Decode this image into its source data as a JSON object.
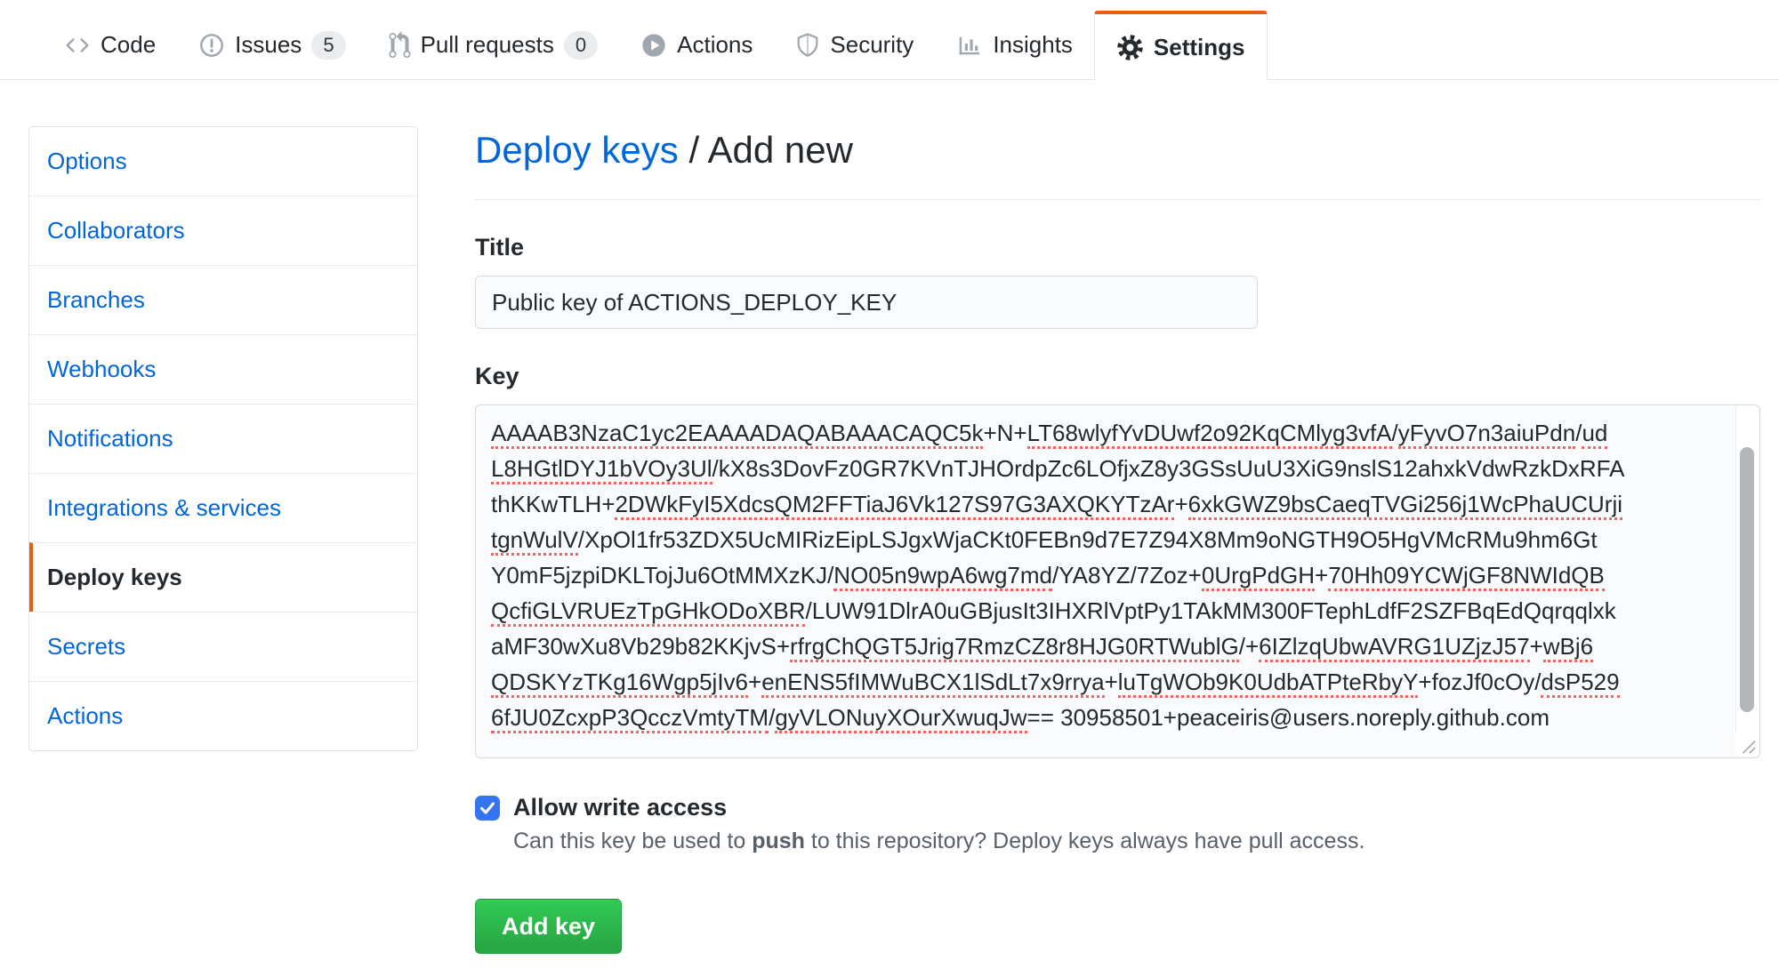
{
  "nav": {
    "tabs": [
      {
        "label": "Code"
      },
      {
        "label": "Issues",
        "badge": "5"
      },
      {
        "label": "Pull requests",
        "badge": "0"
      },
      {
        "label": "Actions"
      },
      {
        "label": "Security"
      },
      {
        "label": "Insights"
      },
      {
        "label": "Settings",
        "active": true
      }
    ]
  },
  "sidebar": {
    "items": [
      {
        "label": "Options"
      },
      {
        "label": "Collaborators"
      },
      {
        "label": "Branches"
      },
      {
        "label": "Webhooks"
      },
      {
        "label": "Notifications"
      },
      {
        "label": "Integrations & services"
      },
      {
        "label": "Deploy keys",
        "active": true
      },
      {
        "label": "Secrets"
      },
      {
        "label": "Actions"
      }
    ]
  },
  "main": {
    "breadcrumb": {
      "parent": "Deploy keys",
      "separator": "/",
      "current": "Add new"
    },
    "title_field": {
      "label": "Title",
      "value": "Public key of ACTIONS_DEPLOY_KEY"
    },
    "key_field": {
      "label": "Key",
      "lines": [
        [
          {
            "t": "AAAAB3NzaC1yc2EAAAADAQABAAACAQC5k",
            "u": 1
          },
          {
            "t": "+N+",
            "u": 0
          },
          {
            "t": "LT68wlyfYvDUwf2o92KqCMlyg3vfA",
            "u": 1
          },
          {
            "t": "/",
            "u": 0
          },
          {
            "t": "yFyvO7n3aiuPdn",
            "u": 1
          },
          {
            "t": "/",
            "u": 0
          },
          {
            "t": "ud",
            "u": 1
          }
        ],
        [
          {
            "t": "L8HGtlDYJ1bVOy3Ul",
            "u": 1
          },
          {
            "t": "/kX8s3DovFz0GR7KVnTJHOrdpZc6LOfjxZ8y3GSsUuU3XiG9nslS12ahxkVdwRzkDxRFA",
            "u": 0
          }
        ],
        [
          {
            "t": "thKKwTLH+",
            "u": 0
          },
          {
            "t": "2DWkFyI5XdcsQM2FFTiaJ6Vk127S97G3AXQKYTzAr",
            "u": 1
          },
          {
            "t": "+",
            "u": 0
          },
          {
            "t": "6xkGWZ9bsCaeqTVGi256j1WcPhaUCUrji",
            "u": 1
          }
        ],
        [
          {
            "t": "tgnWulV",
            "u": 1
          },
          {
            "t": "/XpOl1fr53ZDX5UcMIRizEipLSJgxWjaCKt0FEBn9d7E7Z94X8Mm9oNGTH9O5HgVMcRMu9hm6Gt",
            "u": 0
          }
        ],
        [
          {
            "t": "Y0mF5jzpiDKLTojJu6OtMMXzKJ/",
            "u": 0
          },
          {
            "t": "NO05n9wpA6wg7md",
            "u": 1
          },
          {
            "t": "/YA8YZ/7Zoz+",
            "u": 0
          },
          {
            "t": "0UrgPdGH",
            "u": 1
          },
          {
            "t": "+",
            "u": 0
          },
          {
            "t": "70Hh09YCWjGF8NWIdQB",
            "u": 1
          }
        ],
        [
          {
            "t": "QcfiGLVRUEzTpGHkODoXBR",
            "u": 1
          },
          {
            "t": "/LUW91DlrA0uGBjusIt3IHXRlVptPy1TAkMM300FTephLdfF2SZFBqEdQqrqqlxk",
            "u": 0
          }
        ],
        [
          {
            "t": "aMF30wXu8Vb29b82KKjvS+",
            "u": 0
          },
          {
            "t": "rfrgChQGT5Jrig7RmzCZ8r8HJG0RTWublG",
            "u": 1
          },
          {
            "t": "/+",
            "u": 0
          },
          {
            "t": "6IZlzqUbwAVRG1UZjzJ57",
            "u": 1
          },
          {
            "t": "+",
            "u": 0
          },
          {
            "t": "wBj6",
            "u": 1
          }
        ],
        [
          {
            "t": "QDSKYzTKg16Wgp5jIv6",
            "u": 1
          },
          {
            "t": "+",
            "u": 0
          },
          {
            "t": "enENS5fIMWuBCX1lSdLt7x9rrya",
            "u": 1
          },
          {
            "t": "+",
            "u": 0
          },
          {
            "t": "luTgWOb9K0UdbATPteRbyY",
            "u": 1
          },
          {
            "t": "+fozJf0cOy/",
            "u": 0
          },
          {
            "t": "dsP529",
            "u": 1
          }
        ],
        [
          {
            "t": "6fJU0ZcxpP3QcczVmtyTM",
            "u": 1
          },
          {
            "t": "/",
            "u": 0
          },
          {
            "t": "gyVLONuyXOurXwuqJw",
            "u": 1
          },
          {
            "t": "== 30958501+peaceiris@users.noreply.github.com",
            "u": 0
          }
        ]
      ]
    },
    "write_access": {
      "label": "Allow write access",
      "checked": true,
      "hint_prefix": "Can this key be used to ",
      "hint_bold": "push",
      "hint_suffix": " to this repository? Deploy keys always have pull access."
    },
    "submit_label": "Add key"
  },
  "colors": {
    "accent_orange": "#e36209",
    "link_blue": "#0366d6",
    "button_green": "#28a745",
    "checkbox_blue": "#3574f0",
    "squiggle_red": "#f8615c"
  }
}
